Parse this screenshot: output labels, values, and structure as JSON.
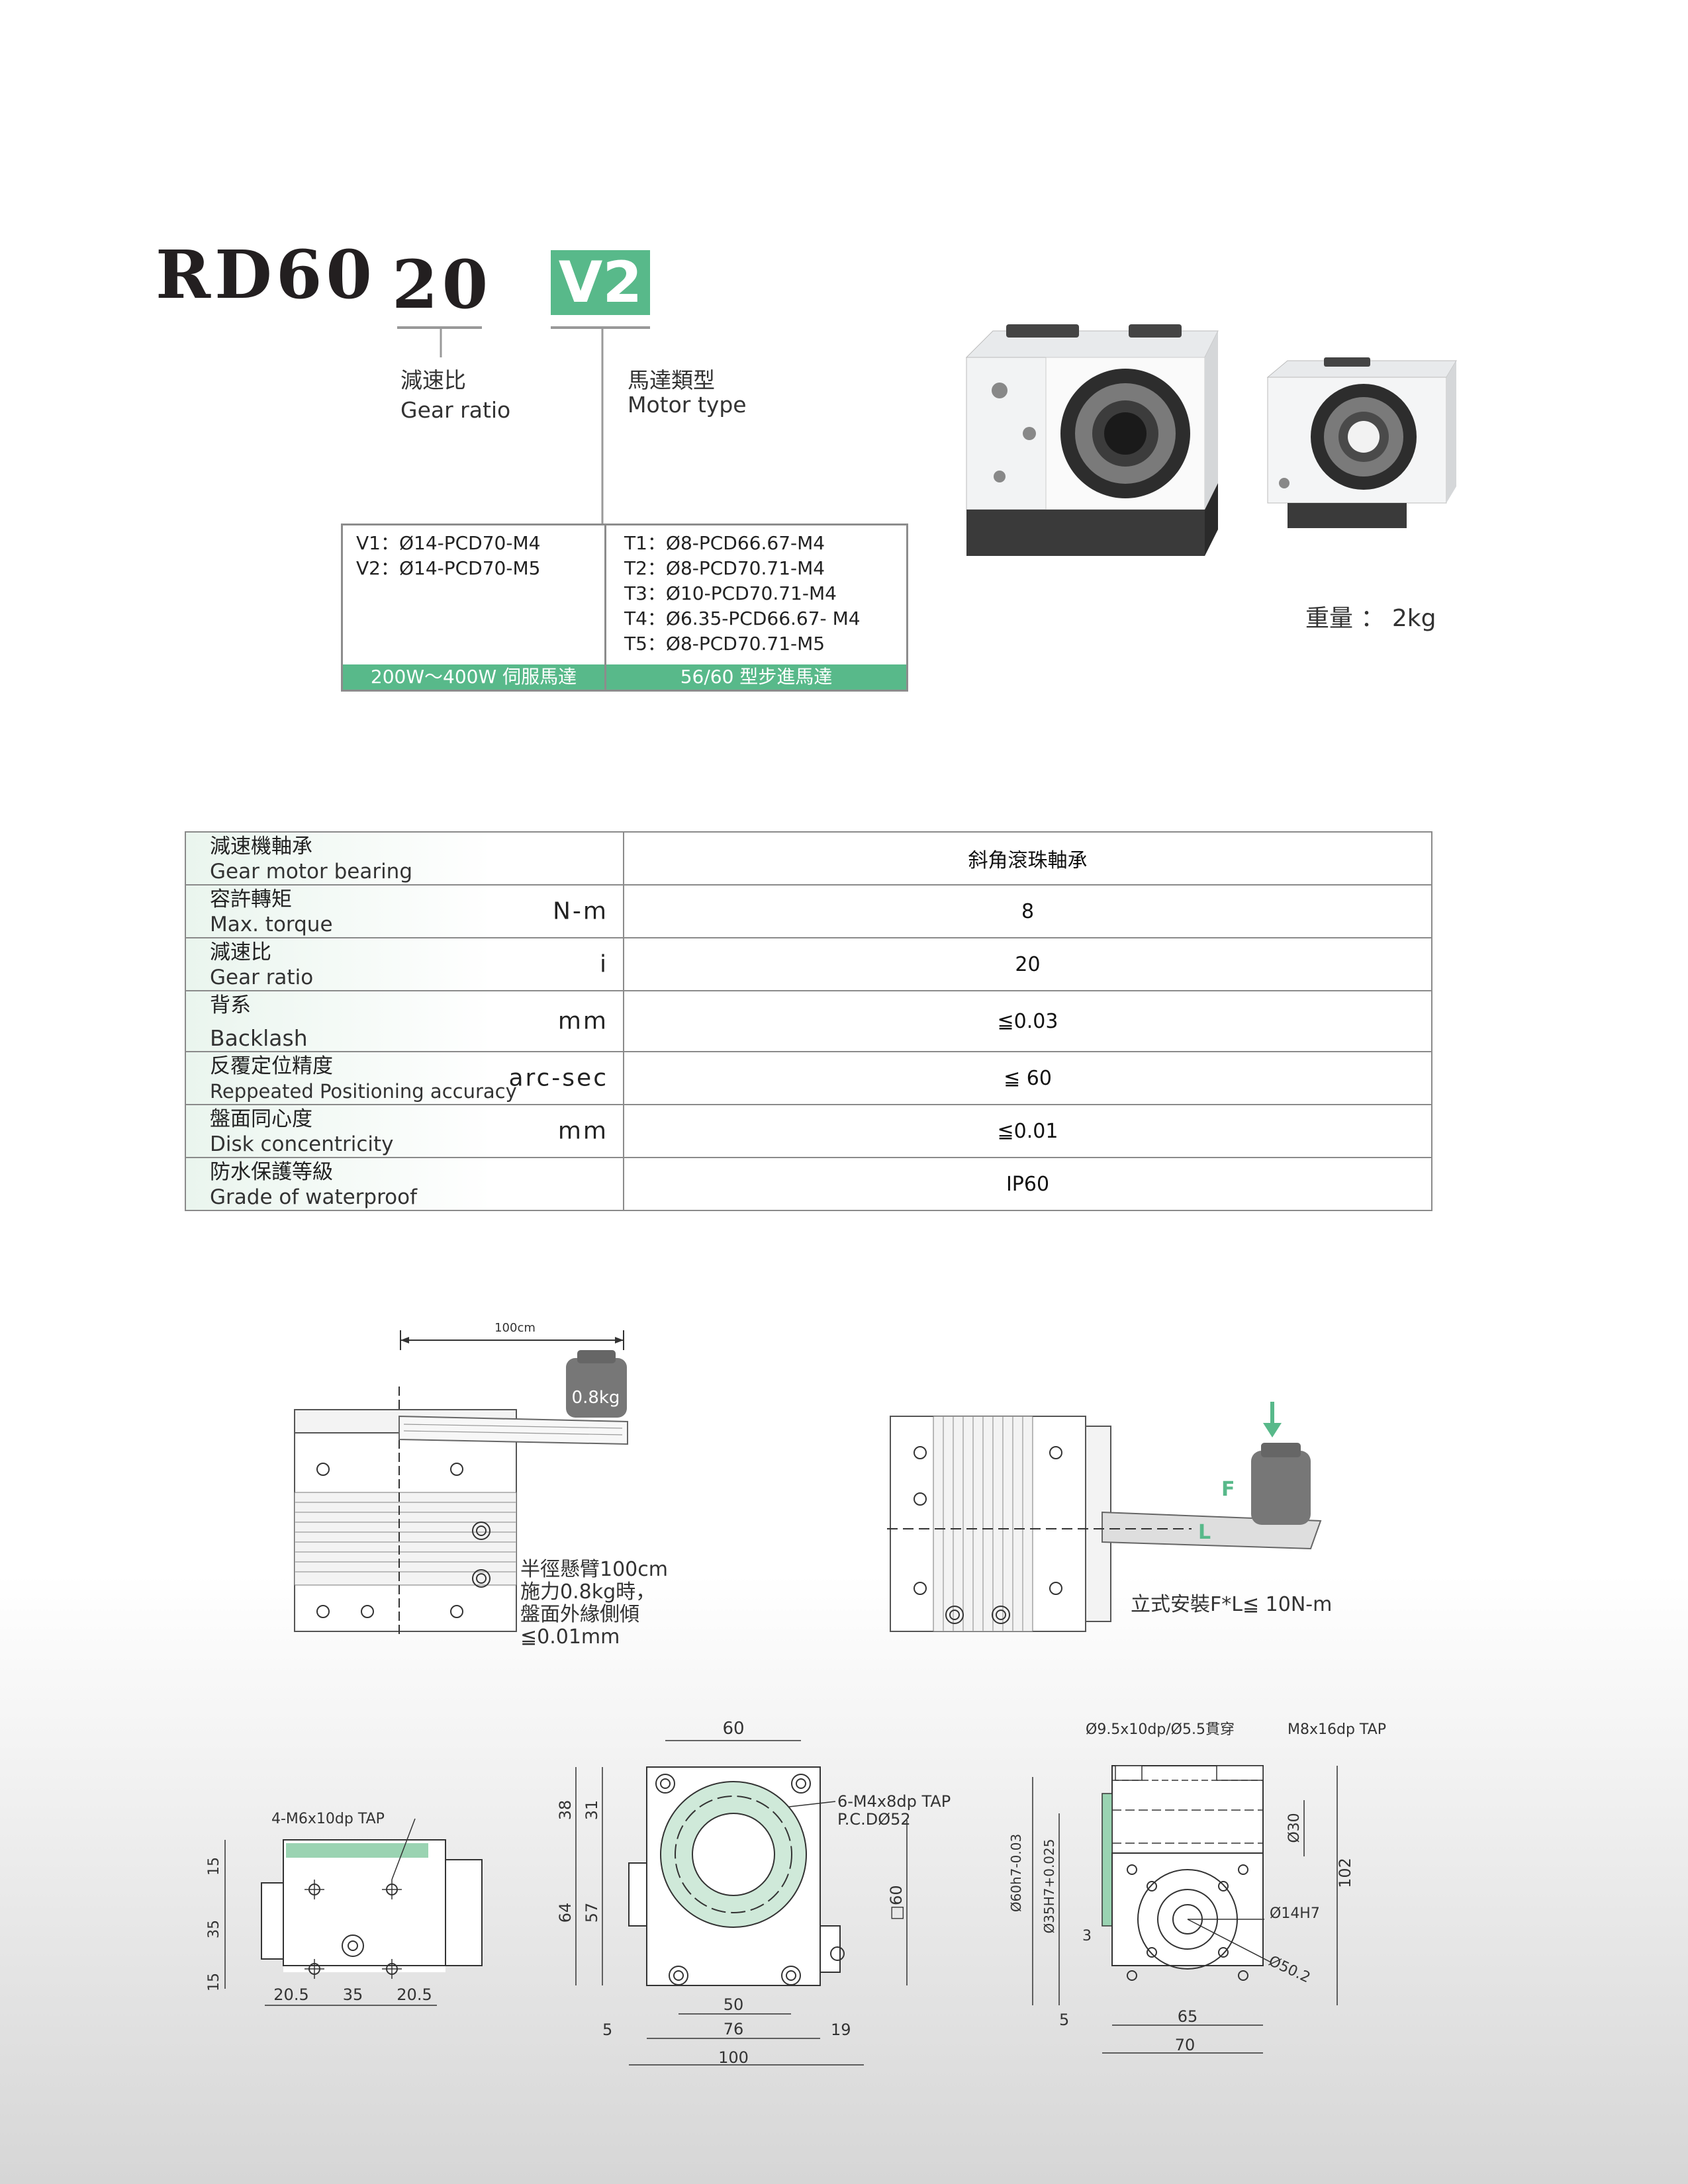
{
  "model": {
    "main": "RD60",
    "ratio": "20",
    "motor": "V2"
  },
  "callouts": {
    "ratio_zh": "減速比",
    "ratio_en": "Gear ratio",
    "motor_zh": "馬達類型",
    "motor_en": "Motor type"
  },
  "motor_codes": {
    "servo_lines": [
      "V1：Ø14-PCD70-M4",
      "V2：Ø14-PCD70-M5"
    ],
    "step_lines": [
      "T1：Ø8-PCD66.67-M4",
      "T2：Ø8-PCD70.71-M4",
      "T3：Ø10-PCD70.71-M4",
      "T4：Ø6.35-PCD66.67- M4",
      "T5：Ø8-PCD70.71-M5"
    ],
    "servo_footer": "200W～400W 伺服馬達",
    "step_footer": "56/60 型步進馬達"
  },
  "weight": "重量 ： 2kg",
  "specs": [
    {
      "zh": "減速機軸承",
      "en": "Gear motor bearing",
      "unit": "",
      "value": "斜角滾珠軸承"
    },
    {
      "zh": "容許轉矩",
      "en": "Max. torque",
      "unit": "N-m",
      "value": "8"
    },
    {
      "zh": "減速比",
      "en": "Gear ratio",
      "unit": "i",
      "value": "20"
    },
    {
      "zh": "背系",
      "en": "Backlash",
      "unit": "mm",
      "value": "≦0.03"
    },
    {
      "zh": "反覆定位精度",
      "en": "Reppeated  Positioning  accuracy",
      "unit": "arc-sec",
      "value": "≦ 60"
    },
    {
      "zh": "盤面同心度",
      "en": "Disk  concentricity",
      "unit": "mm",
      "value": "≦0.01"
    },
    {
      "zh": "防水保護等級",
      "en": "Grade of waterproof",
      "unit": "",
      "value": "IP60"
    }
  ],
  "load_test": {
    "distance": "100cm",
    "weight": "0.8kg",
    "caption": [
      "半徑懸臂100cm",
      "施力0.8kg時，",
      "盤面外緣側傾",
      "≦0.01mm"
    ]
  },
  "vertical_mount": {
    "f": "F",
    "l": "L",
    "caption": "立式安裝F*L≦ 10N-m"
  },
  "drawing_left": {
    "tap": "4-M6x10dp  TAP",
    "v_dims": [
      "15",
      "35",
      "15"
    ],
    "h_dims": [
      "20.5",
      "35",
      "20.5"
    ]
  },
  "drawing_mid": {
    "top": "60",
    "tap": [
      "6-M4x8dp  TAP",
      "P.C.DØ52"
    ],
    "left_dims": [
      "38",
      "31",
      "64",
      "57"
    ],
    "right_dim": "□60",
    "bottom_dims": [
      "50",
      "76",
      "100",
      "5",
      "19"
    ]
  },
  "drawing_right": {
    "top_left": "Ø9.5x10dp/Ø5.5貫穿",
    "top_right": "M8x16dp  TAP",
    "left_dims": [
      "Ø60h7-0.03",
      "Ø35H7+0.025"
    ],
    "right_dims": [
      "Ø30",
      "102",
      "Ø14H7",
      "Ø50.2"
    ],
    "small": "3",
    "bottom_dims": [
      "5",
      "65",
      "70"
    ]
  }
}
